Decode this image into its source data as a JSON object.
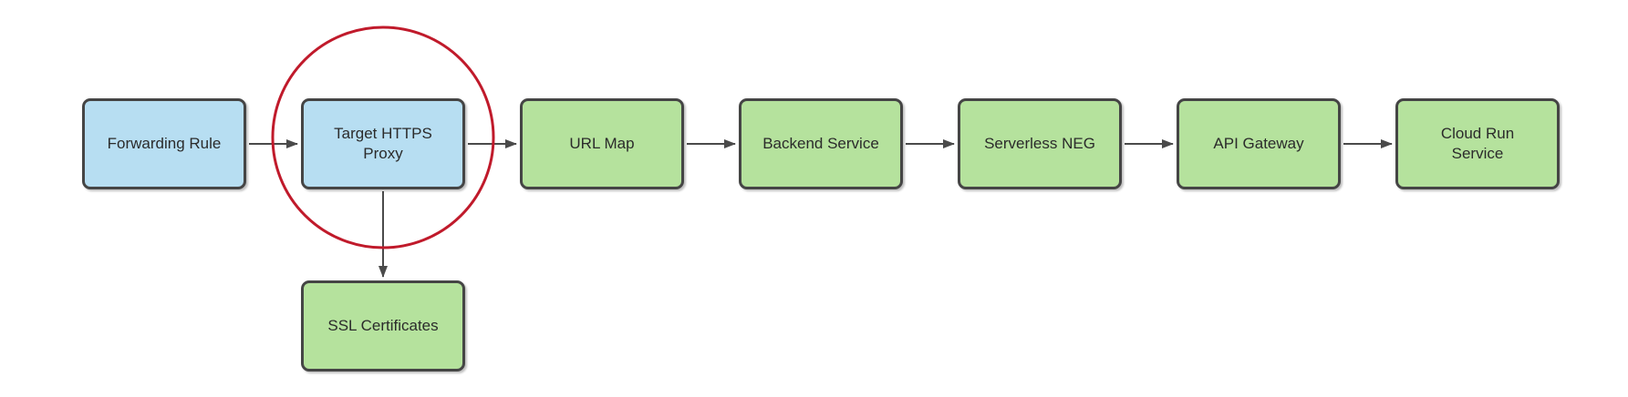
{
  "colors": {
    "blue-fill": "#b7def2",
    "green-fill": "#b5e29d",
    "node-border": "#454545",
    "edge-color": "#4a4a4a",
    "text-color": "#2b2b2b",
    "highlight": "#c01a2b",
    "canvas-bg": "#ffffff"
  },
  "diagram": {
    "type": "flowchart",
    "nodes": [
      {
        "id": "forwarding-rule",
        "label": "Forwarding Rule",
        "fill": "blue"
      },
      {
        "id": "target-https-proxy",
        "label": "Target HTTPS\nProxy",
        "fill": "blue",
        "annotation": "red-circle-highlight"
      },
      {
        "id": "url-map",
        "label": "URL Map",
        "fill": "green"
      },
      {
        "id": "backend-service",
        "label": "Backend Service",
        "fill": "green"
      },
      {
        "id": "serverless-neg",
        "label": "Serverless NEG",
        "fill": "green"
      },
      {
        "id": "api-gateway",
        "label": "API Gateway",
        "fill": "green"
      },
      {
        "id": "cloud-run-service",
        "label": "Cloud Run\nService",
        "fill": "green"
      },
      {
        "id": "ssl-certificates",
        "label": "SSL Certificates",
        "fill": "green"
      }
    ],
    "edges": [
      {
        "from": "forwarding-rule",
        "to": "target-https-proxy",
        "direction": "right"
      },
      {
        "from": "target-https-proxy",
        "to": "url-map",
        "direction": "right"
      },
      {
        "from": "url-map",
        "to": "backend-service",
        "direction": "right"
      },
      {
        "from": "backend-service",
        "to": "serverless-neg",
        "direction": "right"
      },
      {
        "from": "serverless-neg",
        "to": "api-gateway",
        "direction": "right"
      },
      {
        "from": "api-gateway",
        "to": "cloud-run-service",
        "direction": "right"
      },
      {
        "from": "target-https-proxy",
        "to": "ssl-certificates",
        "direction": "down"
      }
    ],
    "annotations": [
      {
        "id": "highlight-circle",
        "shape": "circle",
        "around": "target-https-proxy",
        "color": "#c01a2b"
      }
    ]
  }
}
